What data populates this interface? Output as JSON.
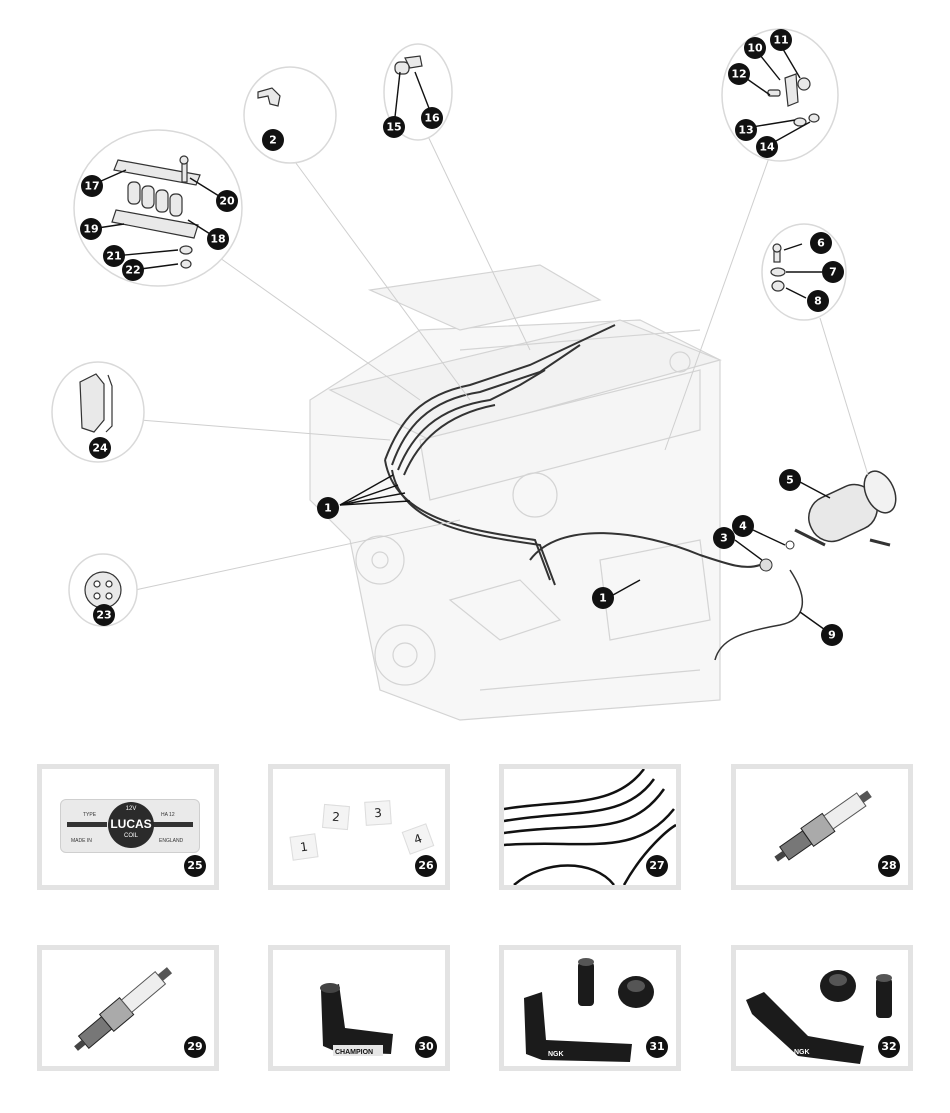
{
  "callouts": [
    "1",
    "2",
    "3",
    "4",
    "5",
    "6",
    "7",
    "8",
    "9",
    "10",
    "11",
    "12",
    "13",
    "14",
    "15",
    "16",
    "17",
    "18",
    "19",
    "20",
    "21",
    "22",
    "23",
    "24"
  ],
  "thumbnails": [
    {
      "number": "25",
      "label_type": "TYPE",
      "label_ha": "HA 12",
      "label_made": "MADE IN",
      "label_england": "ENGLAND",
      "label_brand": "LUCAS",
      "label_volt": "12V",
      "label_coil": "COIL"
    },
    {
      "number": "26",
      "tags": [
        "1",
        "2",
        "3",
        "4"
      ]
    },
    {
      "number": "27"
    },
    {
      "number": "28"
    },
    {
      "number": "29"
    },
    {
      "number": "30",
      "boot_text": "CHAMPION"
    },
    {
      "number": "31",
      "boot_text": "NGK"
    },
    {
      "number": "32",
      "boot_text": "NGK"
    }
  ]
}
